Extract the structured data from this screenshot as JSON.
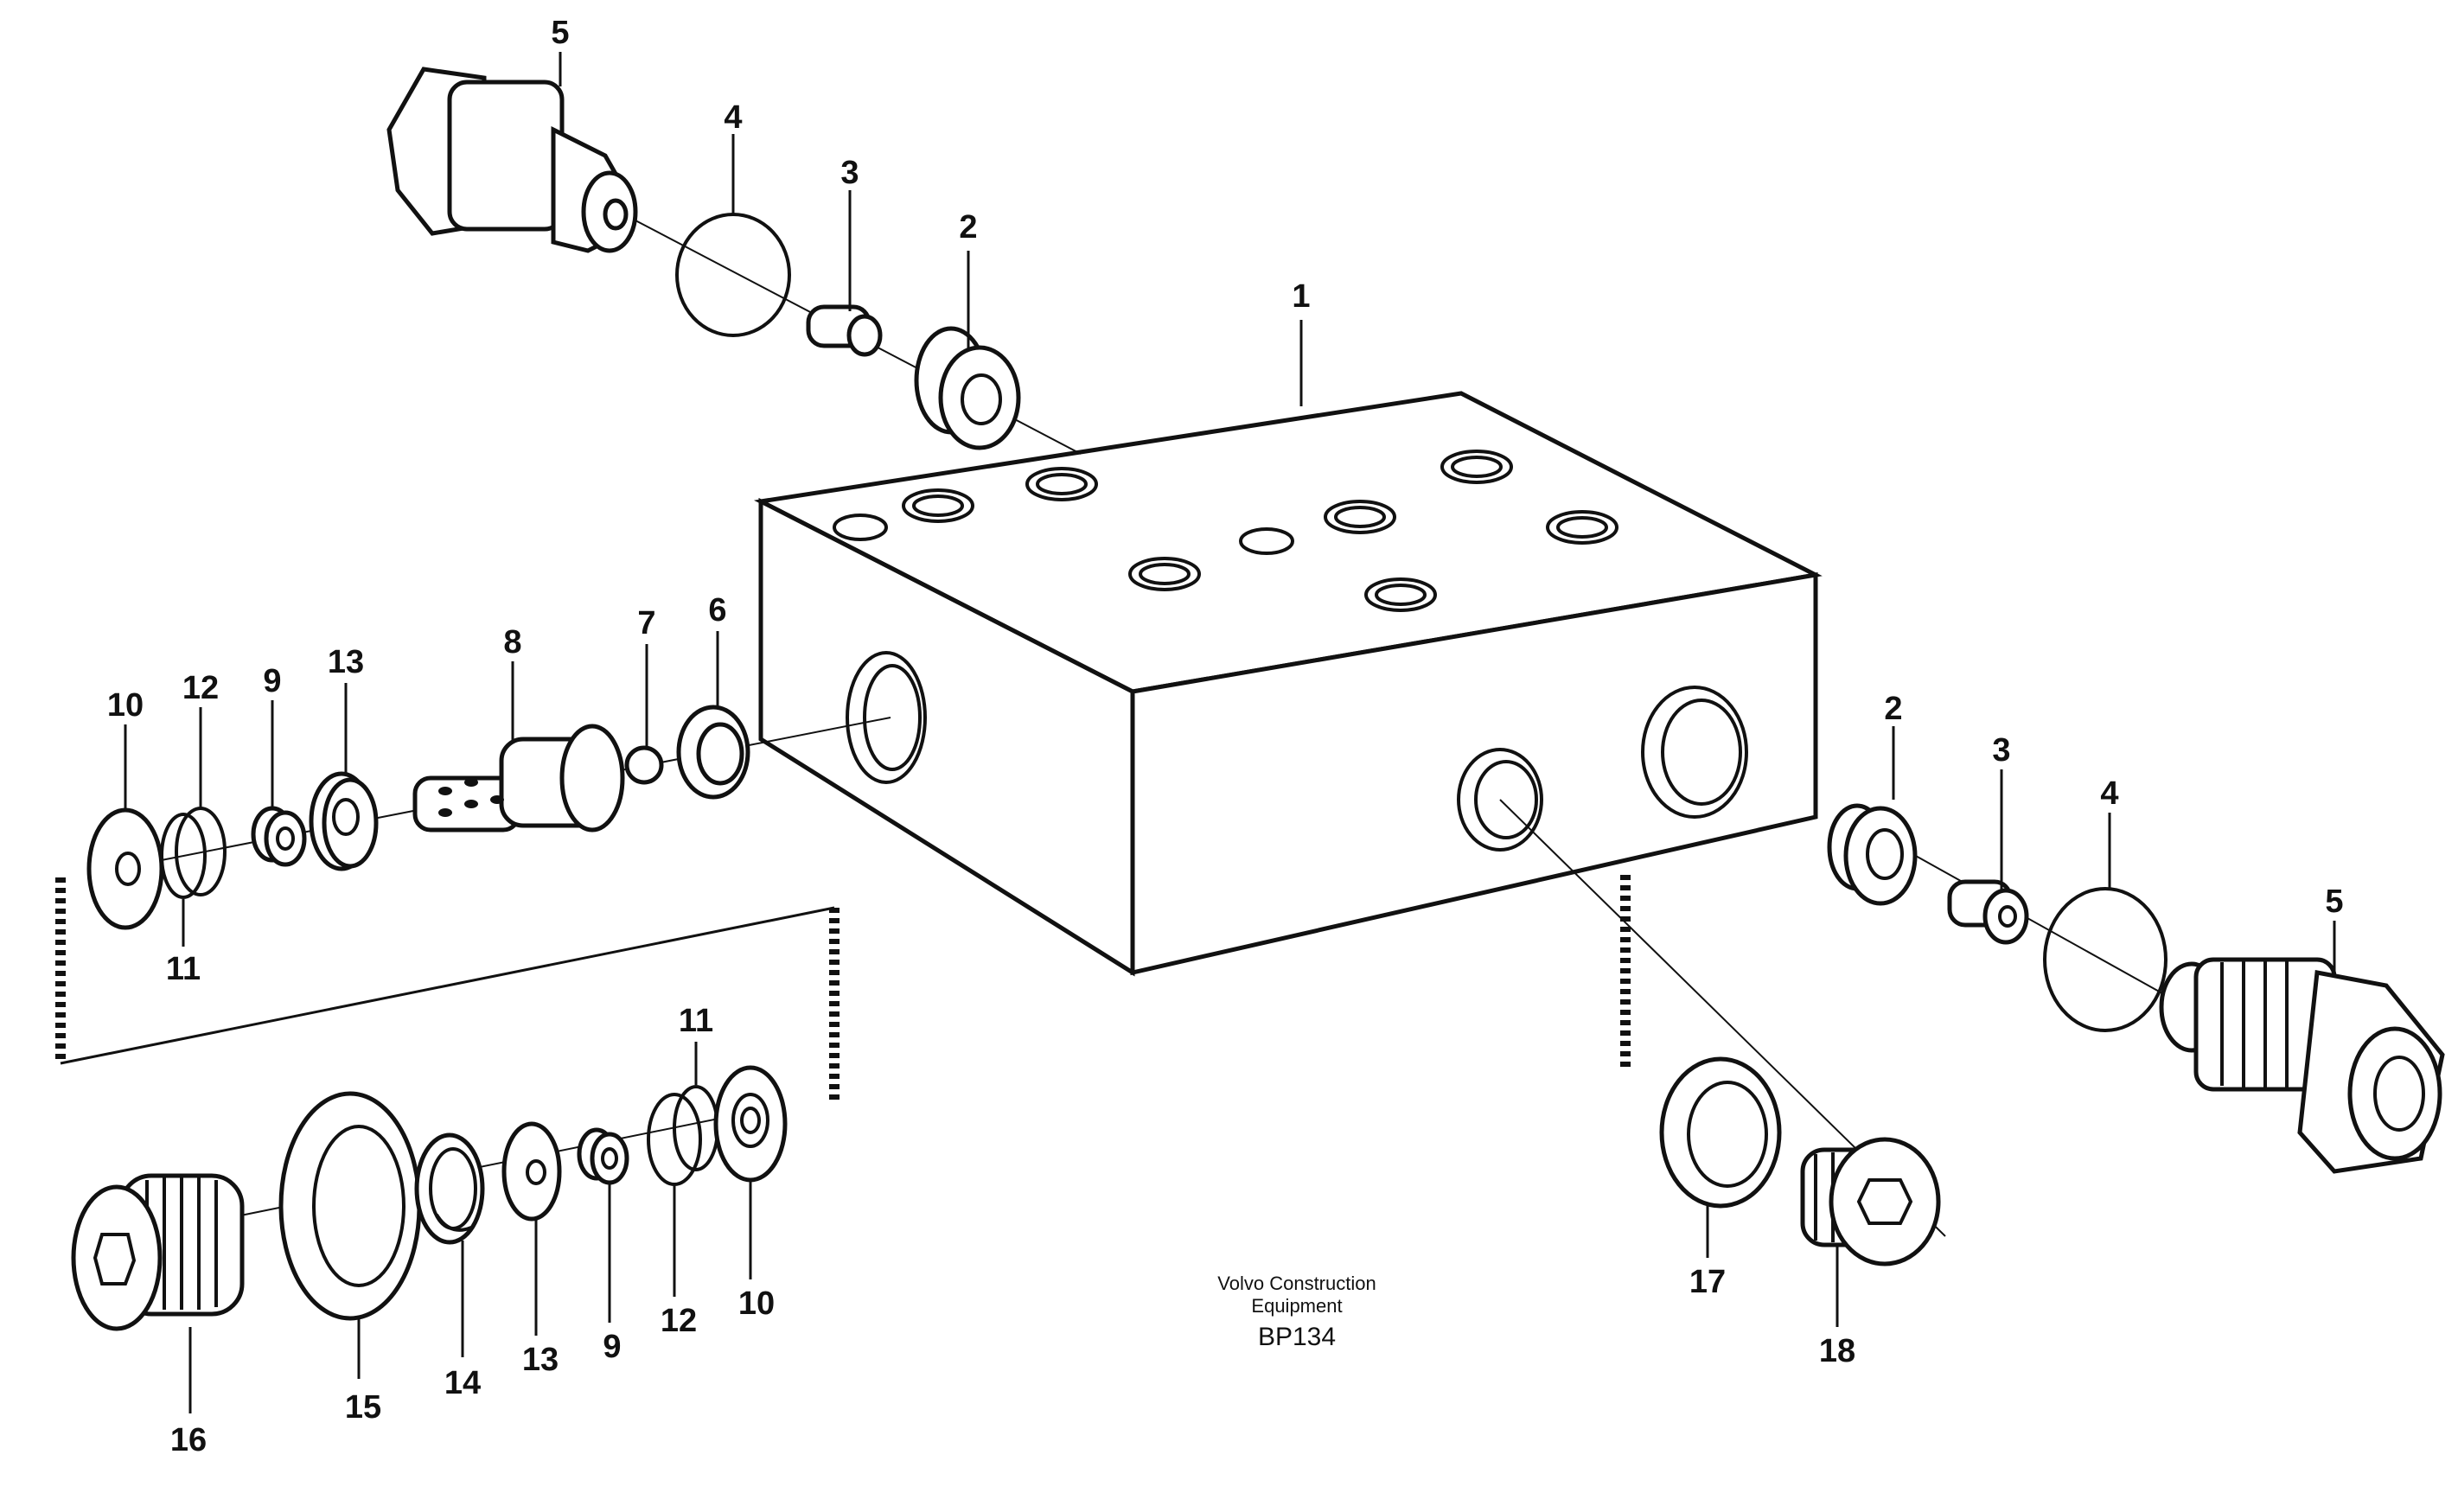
{
  "diagram": {
    "caption": {
      "line1": "Volvo Construction",
      "line2": "Equipment",
      "code": "BP134"
    },
    "labels": {
      "block": "1",
      "a_2": "2",
      "a_3": "3",
      "a_4": "4",
      "a_5": "5",
      "b_6": "6",
      "b_7": "7",
      "b_8": "8",
      "b_13": "13",
      "b_9": "9",
      "b_12": "12",
      "b_10": "10",
      "b_11": "11",
      "c_2": "2",
      "c_3": "3",
      "c_4": "4",
      "c_5": "5",
      "d_11": "11",
      "d_10": "10",
      "d_12": "12",
      "d_9": "9",
      "d_13": "13",
      "d_14": "14",
      "d_15": "15",
      "d_16": "16",
      "e_17": "17",
      "e_18": "18"
    }
  }
}
